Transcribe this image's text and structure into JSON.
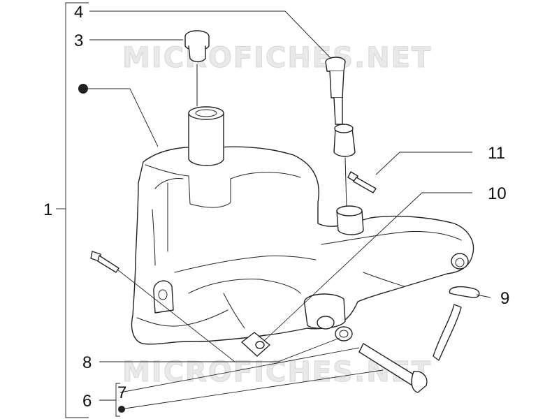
{
  "callouts": [
    "1",
    "3",
    "4",
    "6",
    "7",
    "8",
    "9",
    "10",
    "11"
  ],
  "watermarks": [
    "MICROFICHES.NET",
    "MICROFICHES.NET"
  ],
  "colors": {
    "line": "#222222",
    "watermark": "#e0e0e0",
    "background": "#ffffff"
  },
  "bullet_markers": 2
}
